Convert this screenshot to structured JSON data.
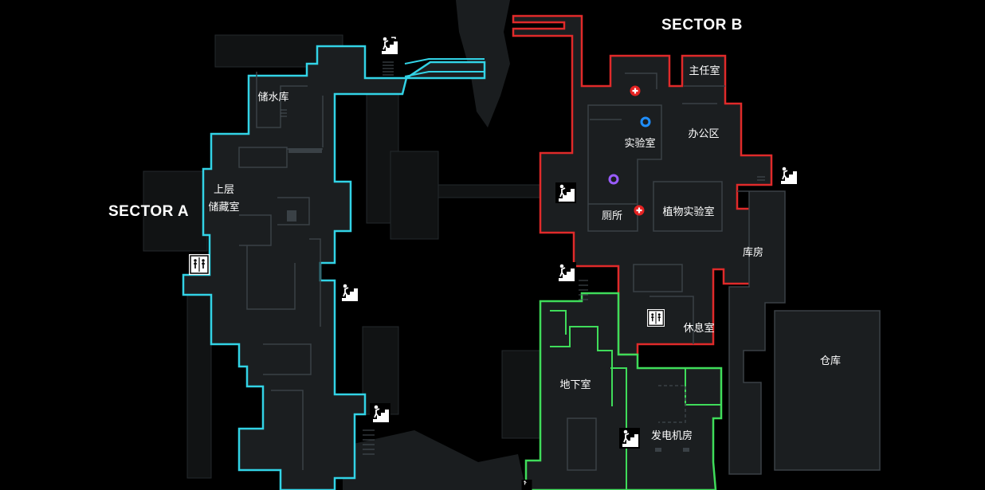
{
  "sectors": {
    "a": "SECTOR A",
    "b": "SECTOR B"
  },
  "rooms": {
    "water_storage": "储水库",
    "upper_storage_line1": "上层",
    "upper_storage_line2": "储藏室",
    "director_office": "主任室",
    "laboratory": "实验室",
    "office_area": "办公区",
    "restroom": "厕所",
    "plant_lab": "植物实验室",
    "storeroom": "库房",
    "lounge": "休息室",
    "warehouse": "仓库",
    "basement": "地下室",
    "generator_room": "发电机房"
  },
  "icons": {
    "stairs": "stairs-icon",
    "elevator": "elevator-icon",
    "medkit": "medical-cross-icon",
    "blue_marker": "blue-ring-marker-icon",
    "purple_marker": "purple-ring-marker-icon"
  },
  "colors": {
    "background": "#000000",
    "floor": "#1b1e20",
    "floor_dark": "#131516",
    "wall_lines": "#3a4146",
    "sector_a_outline": "#32d3e6",
    "sector_b_outline": "#e02a2a",
    "basement_outline": "#3fdc5a",
    "medkit": "#e52222",
    "blue_marker": "#1f8fff",
    "purple_marker": "#9a5cff"
  }
}
